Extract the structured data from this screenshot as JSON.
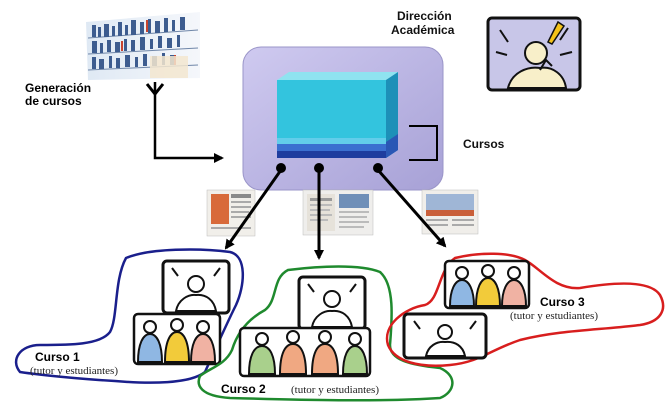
{
  "labels": {
    "direccion_line1": "Dirección",
    "direccion_line2": "Académica",
    "generacion_line1": "Generación",
    "generacion_line2": "de cursos",
    "cursos": "Cursos"
  },
  "courses": [
    {
      "title": "Curso 1",
      "subtitle": "(tutor y estudiantes)",
      "outline_color": "#1a1f8c"
    },
    {
      "title": "Curso 2",
      "subtitle": "(tutor y estudiantes)",
      "outline_color": "#1f8a2e"
    },
    {
      "title": "Curso 3",
      "subtitle": "(tutor y estudiantes)",
      "outline_color": "#d81e1e"
    }
  ],
  "colors": {
    "container": "#b8b3dd",
    "box_front": "#33c4de",
    "box_side": "#1d90b8",
    "box_top": "#8fe3f0",
    "arrow": "#000000",
    "person_blue": "#8fb7e3",
    "person_yellow": "#f2cb3a",
    "person_pink": "#f0b2a3",
    "person_green": "#a9d08c",
    "person_orange": "#f0a882"
  },
  "icons": [
    "bookshelf-photo",
    "director-icon",
    "tutor-icon",
    "students-group-icon",
    "document-thumbnail"
  ]
}
